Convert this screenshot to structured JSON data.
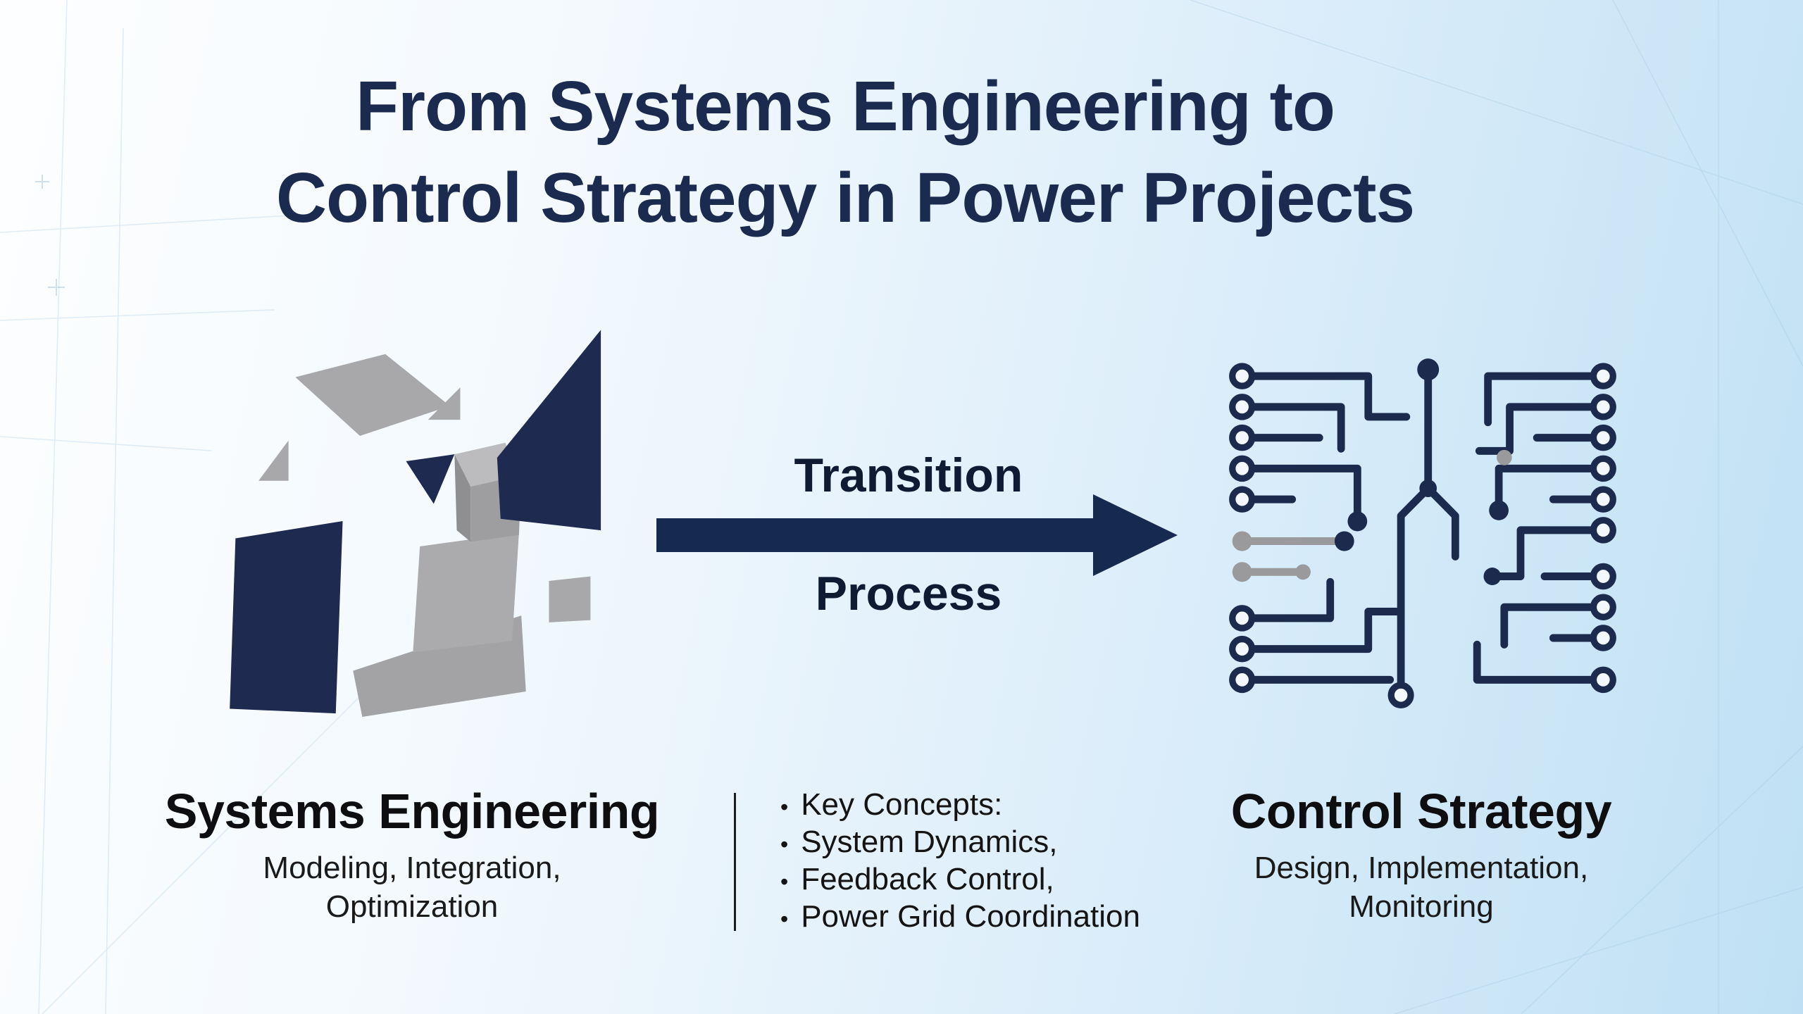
{
  "title": {
    "line1": "From Systems Engineering to",
    "line2": "Control Strategy in Power Projects"
  },
  "arrow": {
    "label_top": "Transition",
    "label_bottom": "Process"
  },
  "systems_engineering": {
    "heading": "Systems Engineering",
    "subtitle_line1": "Modeling, Integration,",
    "subtitle_line2": "Optimization"
  },
  "key_concepts": {
    "bullet": "•",
    "items": [
      "Key Concepts:",
      "System Dynamics,",
      "Feedback Control,",
      "Power Grid Coordination"
    ]
  },
  "control_strategy": {
    "heading": "Control Strategy",
    "subtitle_line1": "Design, Implementation,",
    "subtitle_line2": "Monitoring"
  },
  "colors": {
    "title_navy": "#1b2a4f",
    "shape_navy": "#1e2a4f",
    "shape_gray": "#a6a6a8",
    "text_dark": "#141414",
    "background_from": "#fdfeff",
    "background_to": "#bfe0f4"
  }
}
